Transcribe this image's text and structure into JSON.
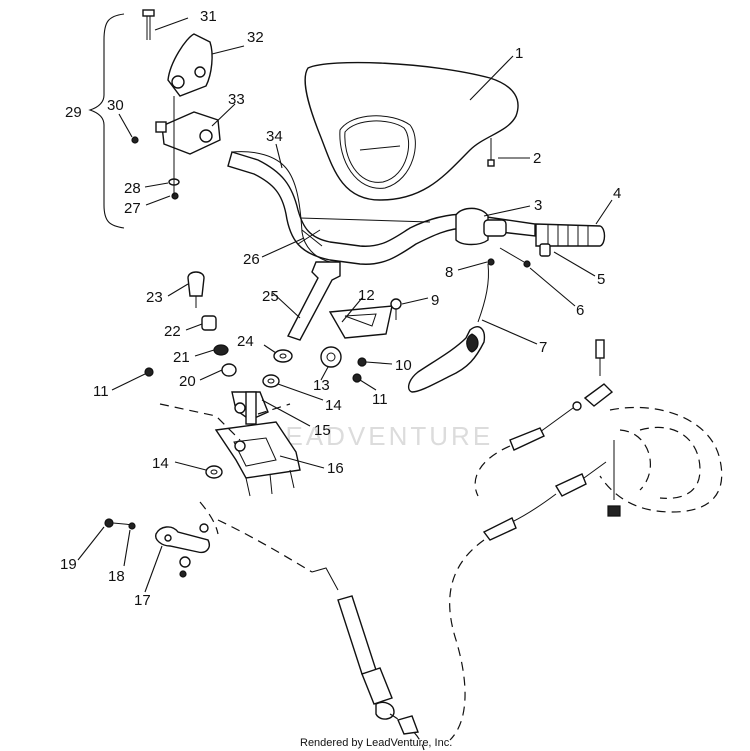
{
  "callouts": {
    "c1": "1",
    "c2": "2",
    "c3": "3",
    "c4": "4",
    "c5": "5",
    "c6": "6",
    "c7": "7",
    "c8": "8",
    "c9": "9",
    "c10": "10",
    "c11a": "11",
    "c11b": "11",
    "c12": "12",
    "c13": "13",
    "c14a": "14",
    "c14b": "14",
    "c15": "15",
    "c16": "16",
    "c17": "17",
    "c18": "18",
    "c19": "19",
    "c20": "20",
    "c21": "21",
    "c22": "22",
    "c23": "23",
    "c24": "24",
    "c25": "25",
    "c26": "26",
    "c27": "27",
    "c28": "28",
    "c29": "29",
    "c30": "30",
    "c31": "31",
    "c32": "32",
    "c33": "33",
    "c34": "34"
  },
  "watermark": "LEADVENTURE",
  "credit": "Rendered by LeadVenture, Inc."
}
